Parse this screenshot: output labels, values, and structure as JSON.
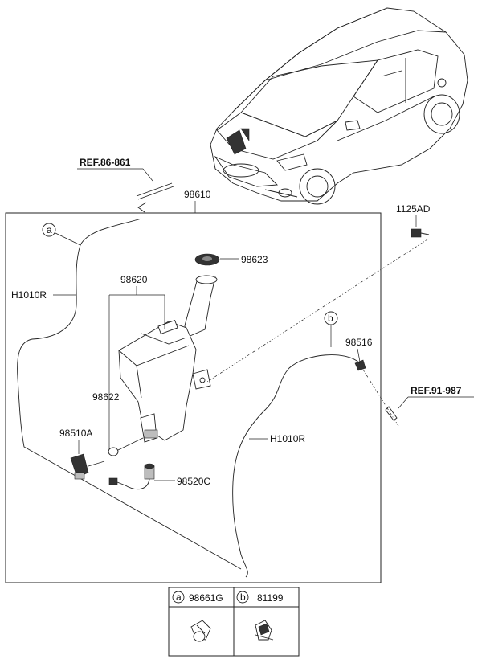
{
  "references": {
    "ref_upper": "REF.86-861",
    "ref_right": "REF.91-987"
  },
  "parts": {
    "assembly": "98610",
    "hose_upper": "H1010R",
    "hose_lower": "H1010R",
    "cap": "98623",
    "reservoir": "98620",
    "grommet": "98622",
    "pump": "98510A",
    "motor": "98520C",
    "nozzle": "98516",
    "bolt": "1125AD"
  },
  "callouts": {
    "a": "a",
    "b": "b"
  },
  "legend": {
    "a_letter": "a",
    "a_part": "98661G",
    "b_letter": "b",
    "b_part": "81199"
  }
}
